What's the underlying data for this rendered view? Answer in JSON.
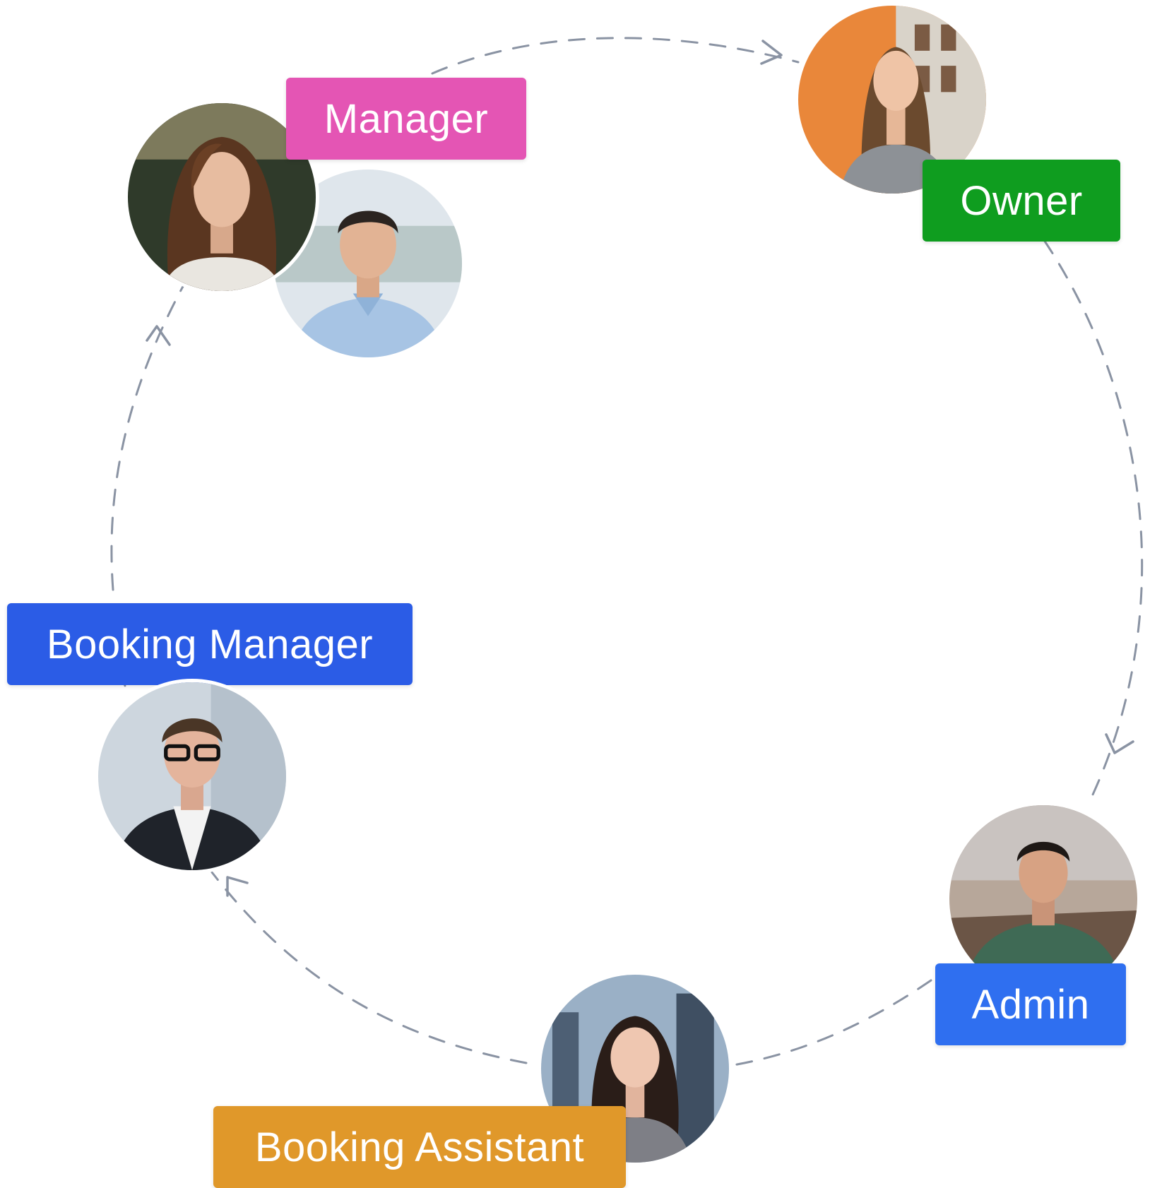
{
  "diagram": {
    "type": "cycle",
    "connector_color": "#8a93a3",
    "connector_style": "dashed-with-arrows",
    "roles": [
      {
        "id": "owner",
        "label": "Owner",
        "color": "#0f9d1f",
        "avatar": "woman-long-hair-portrait-icon"
      },
      {
        "id": "admin",
        "label": "Admin",
        "color": "#2f6ff0",
        "avatar": "man-green-hoodie-portrait-icon"
      },
      {
        "id": "booking_assistant",
        "label": "Booking Assistant",
        "color": "#e0982a",
        "avatar": "woman-city-portrait-icon"
      },
      {
        "id": "booking_manager",
        "label": "Booking Manager",
        "color": "#2b5ce6",
        "avatar": "man-glasses-portrait-icon"
      },
      {
        "id": "manager",
        "label": "Manager",
        "color": "#e455b4",
        "avatar": [
          "woman-portrait-icon",
          "man-blue-shirt-portrait-icon"
        ]
      }
    ]
  }
}
